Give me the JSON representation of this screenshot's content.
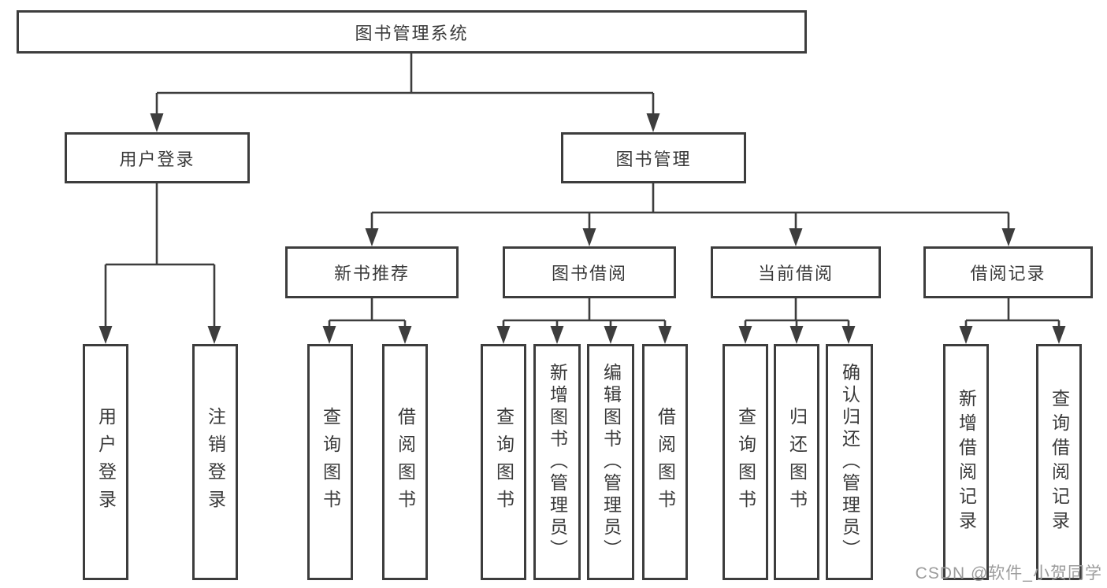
{
  "diagram": {
    "root": {
      "label": "图书管理系统"
    },
    "level2": [
      {
        "label": "用户登录"
      },
      {
        "label": "图书管理"
      }
    ],
    "level3": [
      {
        "label": "新书推荐"
      },
      {
        "label": "图书借阅"
      },
      {
        "label": "当前借阅"
      },
      {
        "label": "借阅记录"
      }
    ],
    "leaves": {
      "user_login": [
        {
          "label": "用户登录"
        },
        {
          "label": "注销登录"
        }
      ],
      "new_book": [
        {
          "label": "查询图书"
        },
        {
          "label": "借阅图书"
        }
      ],
      "book_borrow": [
        {
          "label": "查询图书"
        },
        {
          "label": "新增图书（管理员）"
        },
        {
          "label": "编辑图书（管理员）"
        },
        {
          "label": "借阅图书"
        }
      ],
      "current_borrow": [
        {
          "label": "查询图书"
        },
        {
          "label": "归还图书"
        },
        {
          "label": "确认归还（管理员）"
        }
      ],
      "borrow_records": [
        {
          "label": "新增借阅记录"
        },
        {
          "label": "查询借阅记录"
        }
      ]
    }
  },
  "watermark": {
    "text": "CSDN @软件_小贺同学"
  },
  "colors": {
    "line": "#3d3d3d",
    "text": "#3a3a3a",
    "background": "#ffffff",
    "watermark": "#9c9c9c"
  }
}
